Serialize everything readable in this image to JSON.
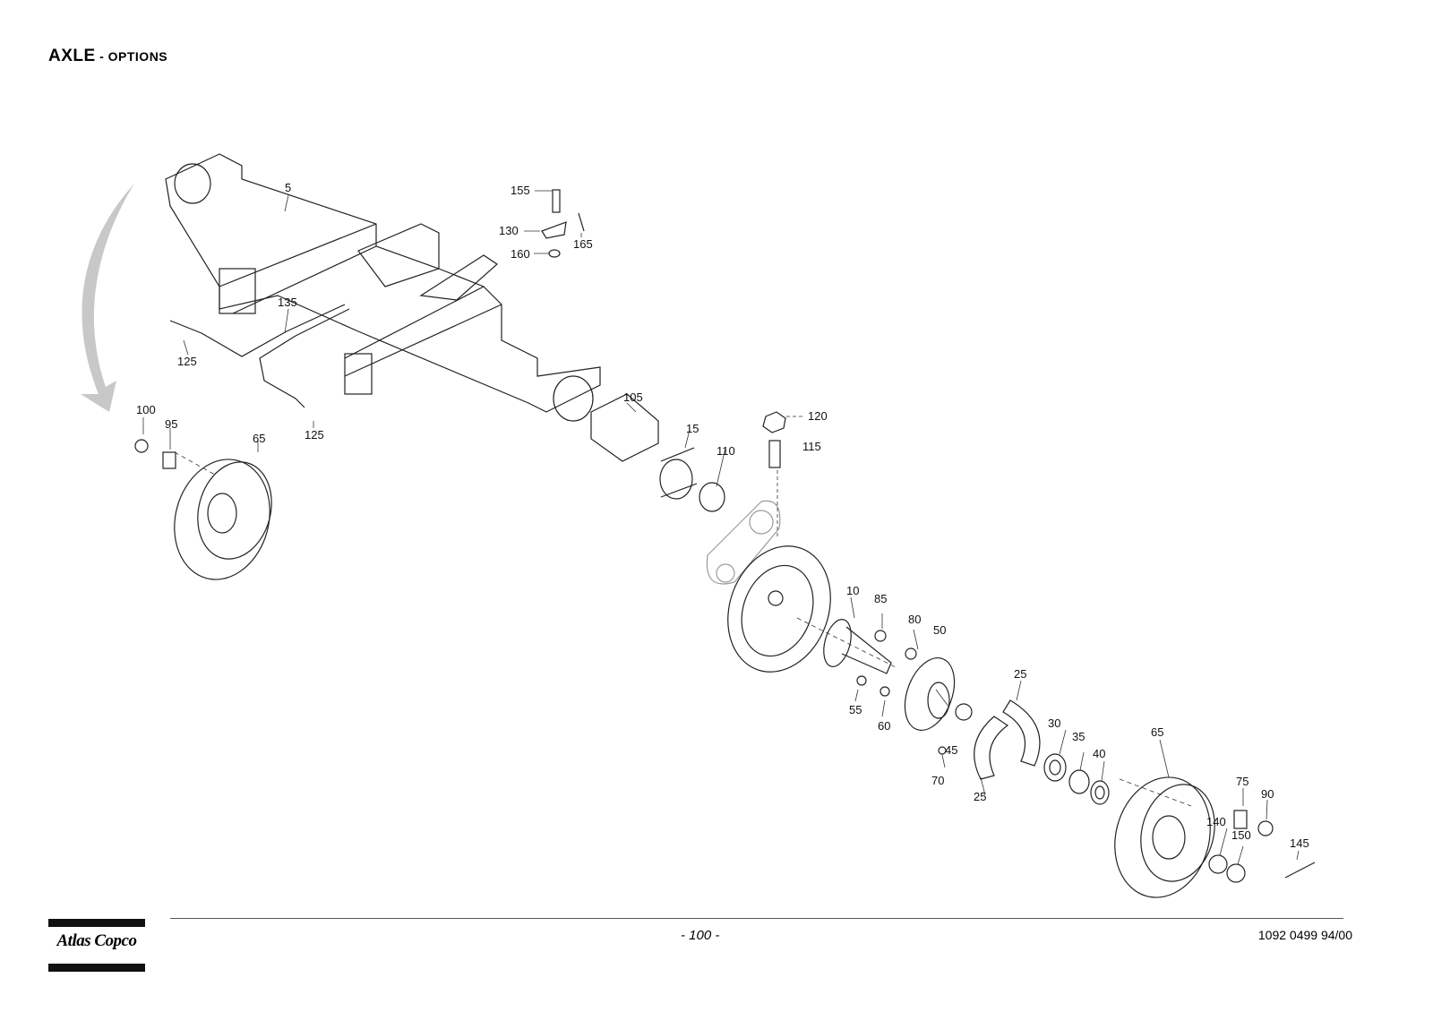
{
  "header": {
    "title_main": "AXLE",
    "title_sub": " - OPTIONS"
  },
  "callouts": {
    "c5": "5",
    "c155": "155",
    "c130": "130",
    "c165": "165",
    "c160": "160",
    "c135": "135",
    "c125a": "125",
    "c125b": "125",
    "c100": "100",
    "c95": "95",
    "c65a": "65",
    "c105": "105",
    "c15": "15",
    "c110": "110",
    "c120": "120",
    "c115": "115",
    "c10": "10",
    "c85": "85",
    "c80": "80",
    "c50": "50",
    "c55": "55",
    "c60": "60",
    "c25a": "25",
    "c45": "45",
    "c70": "70",
    "c25b": "25",
    "c30": "30",
    "c35": "35",
    "c40": "40",
    "c65b": "65",
    "c75": "75",
    "c90": "90",
    "c140": "140",
    "c150": "150",
    "c145": "145"
  },
  "footer": {
    "page_number": "- 100 -",
    "doc_number": "1092 0499 94/00",
    "logo_text": "Atlas Copco"
  },
  "icons": [
    "rotation-arrow-icon",
    "atlas-copco-logo"
  ]
}
